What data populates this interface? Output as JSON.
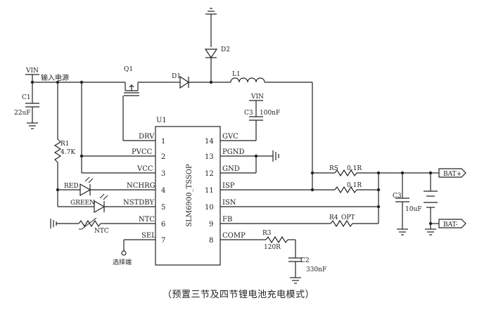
{
  "caption": "（预置三节及四节锂电池充电模式）",
  "ic": {
    "ref": "U1",
    "part": "SLM6900_TSSOP",
    "left_pins": [
      {
        "name": "DRV",
        "num": "1"
      },
      {
        "name": "PVCC",
        "num": "2"
      },
      {
        "name": "VCC",
        "num": "3"
      },
      {
        "name": "NCHRG",
        "num": "4"
      },
      {
        "name": "NSTDBY",
        "num": "5"
      },
      {
        "name": "NTC",
        "num": "6"
      },
      {
        "name": "SEL",
        "num": "7"
      }
    ],
    "right_pins": [
      {
        "name": "GVC",
        "num": "14"
      },
      {
        "name": "PGND",
        "num": "13"
      },
      {
        "name": "GND",
        "num": "12"
      },
      {
        "name": "ISP",
        "num": "11"
      },
      {
        "name": "ISN",
        "num": "10"
      },
      {
        "name": "FB",
        "num": "9"
      },
      {
        "name": "COMP",
        "num": "8"
      }
    ]
  },
  "labels": {
    "vin_left": "VIN",
    "input_power": "输入电源",
    "c1": "C1",
    "c1_value": "22uF",
    "q1": "Q1",
    "d1": "D1",
    "d2": "D2",
    "l1": "L1",
    "vin_c3": "VIN",
    "c3_top": "C3",
    "c3_top_value": "100nF",
    "r1": "R1",
    "r1_value": "4.7K",
    "red": "RED",
    "green": "GREEN",
    "ntc": "NTC",
    "sel_terminal": "选择端",
    "rs": "RS",
    "rs_value": "0.1R",
    "r_mid_value": "0.1R",
    "r4": "R4_OPT",
    "r3": "R3",
    "r3_value": "120R",
    "c2": "C2",
    "c2_value": "330nF",
    "c3_right": "C3",
    "c3_right_value": "10uF",
    "bat_plus": "BAT+",
    "bat_minus": "BAT-"
  }
}
